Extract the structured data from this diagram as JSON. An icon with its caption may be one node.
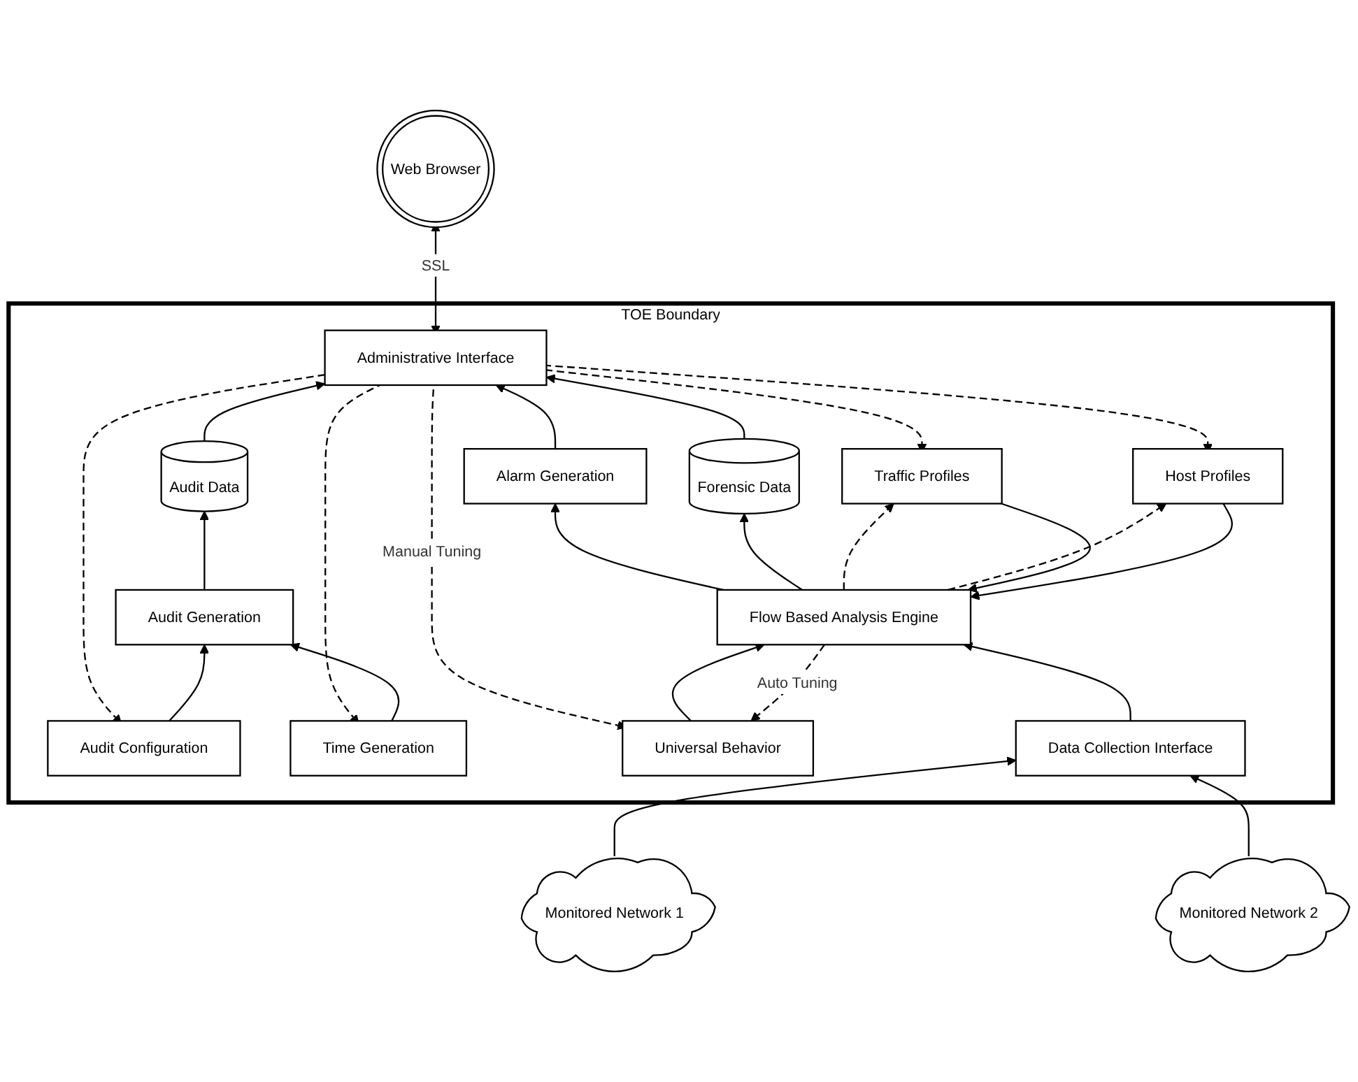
{
  "diagram": {
    "nodes": [
      {
        "text": [
          "TOE Boundary"
        ]
      },
      {
        "text": [
          "Web Browser"
        ]
      },
      {
        "text": [
          "Administrative Interface"
        ],
        "in": 0
      },
      {
        "text": [
          "Audit Data"
        ],
        "in": 0
      },
      {
        "text": [
          "Alarm Generation"
        ],
        "in": 0
      },
      {
        "text": [
          "Forensic Data"
        ],
        "in": 0
      },
      {
        "text": [
          "Audit Configuration"
        ],
        "in": 0
      },
      {
        "text": [
          "Audit Generation"
        ],
        "in": 0
      },
      {
        "text": [
          "Time Generation"
        ],
        "in": 0
      },
      {
        "text": [
          "Universal Behavior"
        ],
        "in": 0
      },
      {
        "text": [
          "Flow Based Analysis Engine"
        ],
        "in": 0
      },
      {
        "text": [
          "Traffic Profiles"
        ],
        "in": 0
      },
      {
        "text": [
          "Host Profiles"
        ],
        "in": 0
      },
      {
        "text": [
          "Data Collection Interface"
        ],
        "in": 0
      },
      {
        "text": [
          "Monitored Network 1"
        ]
      },
      {
        "text": [
          "Monitored Network 2"
        ]
      }
    ],
    "edges": [
      {
        "from": 1,
        "to": 2,
        "arrow": "both",
        "label": "SSL"
      },
      {
        "from": 3,
        "to": 2,
        "arrow": "to"
      },
      {
        "from": 4,
        "to": 2,
        "arrow": "to"
      },
      {
        "from": 5,
        "to": 2,
        "arrow": "to"
      },
      {
        "from": 2,
        "to": 6,
        "arrow": "to",
        "style": "dashed"
      },
      {
        "from": 2,
        "to": 8,
        "arrow": "to",
        "style": "dashed"
      },
      {
        "from": 7,
        "to": 3,
        "arrow": "to"
      },
      {
        "from": 6,
        "to": 7,
        "arrow": "to"
      },
      {
        "from": 8,
        "to": 7,
        "arrow": "to"
      },
      {
        "from": 10,
        "to": 4,
        "arrow": "to"
      },
      {
        "from": 10,
        "to": 5,
        "arrow": "to"
      },
      {
        "from": 2,
        "to": 9,
        "arrow": "to",
        "style": "dashed",
        "label": "Manual Tuning"
      },
      {
        "from": 2,
        "to": 11,
        "arrow": "to",
        "style": "dashed"
      },
      {
        "from": 2,
        "to": 12,
        "arrow": "to",
        "style": "dashed"
      },
      {
        "from": 10,
        "to": 9,
        "arrow": "to",
        "style": "dashed",
        "label": "Auto Tuning"
      },
      {
        "from": 10,
        "to": 11,
        "arrow": "to",
        "style": "dashed"
      },
      {
        "from": 10,
        "to": 12,
        "arrow": "to",
        "style": "dashed"
      },
      {
        "from": 9,
        "to": 10,
        "arrow": "to"
      },
      {
        "from": 11,
        "to": 10,
        "arrow": "to"
      },
      {
        "from": 12,
        "to": 10,
        "arrow": "to"
      },
      {
        "from": 13,
        "to": 10,
        "arrow": "to"
      },
      {
        "from": 14,
        "to": 13,
        "arrow": "to"
      },
      {
        "from": 15,
        "to": 13,
        "arrow": "to"
      }
    ]
  }
}
